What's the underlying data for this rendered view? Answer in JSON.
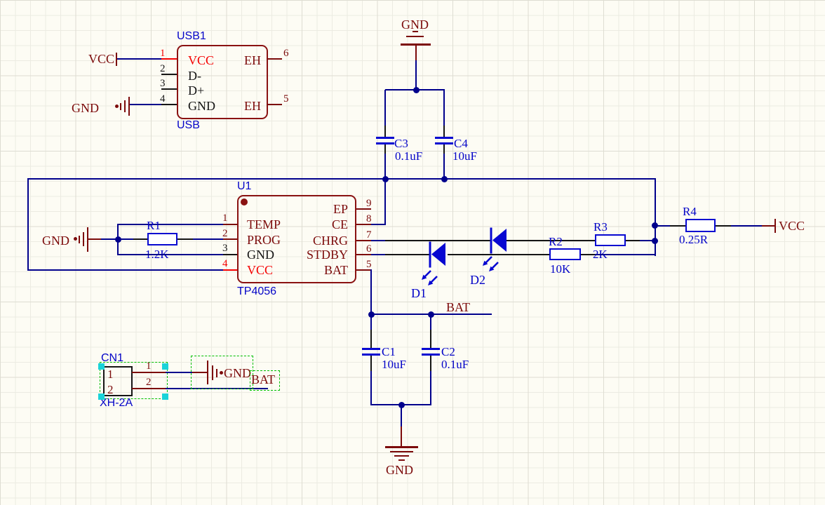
{
  "colors": {
    "wire": "#00008C",
    "component_blue": "#0707D1",
    "label_blue": "#0404C8",
    "maroon": "#7C0B0B",
    "bright_red": "#F50000",
    "black": "#151515",
    "selection_green": "#00BE00",
    "handle_cyan": "#19D3D9",
    "background": "#FDFCF4"
  },
  "components": {
    "usb1": {
      "ref": "USB1",
      "name": "USB",
      "pins_left": [
        {
          "num": "1",
          "name": "VCC"
        },
        {
          "num": "2",
          "name": "D-"
        },
        {
          "num": "3",
          "name": "D+"
        },
        {
          "num": "4",
          "name": "GND"
        }
      ],
      "pins_right": [
        {
          "num": "6",
          "name": "EH"
        },
        {
          "num": "5",
          "name": "EH"
        }
      ]
    },
    "u1": {
      "ref": "U1",
      "name": "TP4056",
      "pins_left": [
        {
          "num": "1",
          "name": "TEMP"
        },
        {
          "num": "2",
          "name": "PROG"
        },
        {
          "num": "3",
          "name": "GND"
        },
        {
          "num": "4",
          "name": "VCC"
        }
      ],
      "pins_right": [
        {
          "num": "9",
          "name": "EP"
        },
        {
          "num": "8",
          "name": "CE"
        },
        {
          "num": "7",
          "name": "CHRG"
        },
        {
          "num": "6",
          "name": "STDBY"
        },
        {
          "num": "5",
          "name": "BAT"
        }
      ]
    },
    "cn1": {
      "ref": "CN1",
      "name": "XH-2A",
      "pin_numbers": [
        "1",
        "2"
      ],
      "inner_numbers": [
        "1",
        "2"
      ]
    },
    "r1": {
      "ref": "R1",
      "value": "1.2K"
    },
    "r2": {
      "ref": "R2",
      "value": "10K"
    },
    "r3": {
      "ref": "R3",
      "value": "2K"
    },
    "r4": {
      "ref": "R4",
      "value": "0.25R"
    },
    "c1": {
      "ref": "C1",
      "value": "10uF"
    },
    "c2": {
      "ref": "C2",
      "value": "0.1uF"
    },
    "c3": {
      "ref": "C3",
      "value": "0.1uF"
    },
    "c4": {
      "ref": "C4",
      "value": "10uF"
    },
    "d1": {
      "ref": "D1"
    },
    "d2": {
      "ref": "D2"
    }
  },
  "net_flags": {
    "vcc_usb": "VCC",
    "gnd_usb": "GND",
    "gnd_top": "GND",
    "gnd_r1": "GND",
    "vcc_out": "VCC",
    "bat_net": "BAT",
    "gnd_bottom": "GND",
    "gnd_cn1": "GND",
    "bat_cn1": "BAT"
  }
}
